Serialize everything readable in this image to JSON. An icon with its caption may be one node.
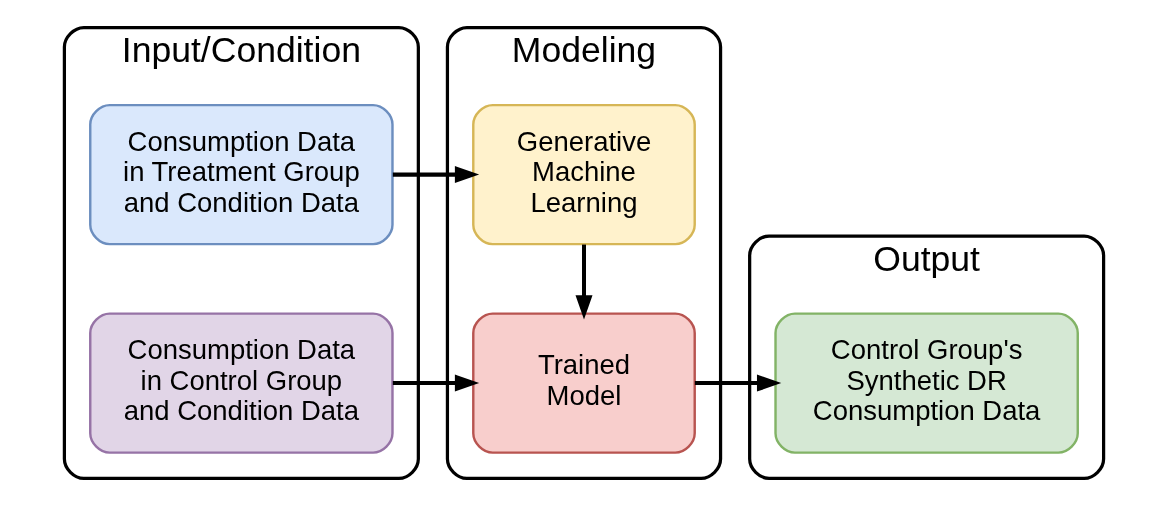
{
  "diagram": {
    "nodes": [
      {
        "text": [
          "Input/Condition"
        ]
      },
      {
        "text": [
          "Consumption Data in Treatment Group and Condition Data"
        ],
        "in": 0
      },
      {
        "text": [
          "Consumption Data in Control Group and Condition Data"
        ],
        "in": 0
      },
      {
        "text": [
          "Modeling"
        ]
      },
      {
        "text": [
          "Generative Machine Learning"
        ],
        "in": 3
      },
      {
        "text": [
          "Trained Model"
        ],
        "in": 3
      },
      {
        "text": [
          "Output"
        ]
      },
      {
        "text": [
          "Control Group's Synthetic DR Consumption Data"
        ],
        "in": 6
      }
    ],
    "edges": [
      {
        "from": 1,
        "to": 4,
        "arrow": "to"
      },
      {
        "from": 4,
        "to": 5,
        "arrow": "to"
      },
      {
        "from": 2,
        "to": 5,
        "arrow": "to"
      },
      {
        "from": 5,
        "to": 7,
        "arrow": "to"
      }
    ]
  }
}
